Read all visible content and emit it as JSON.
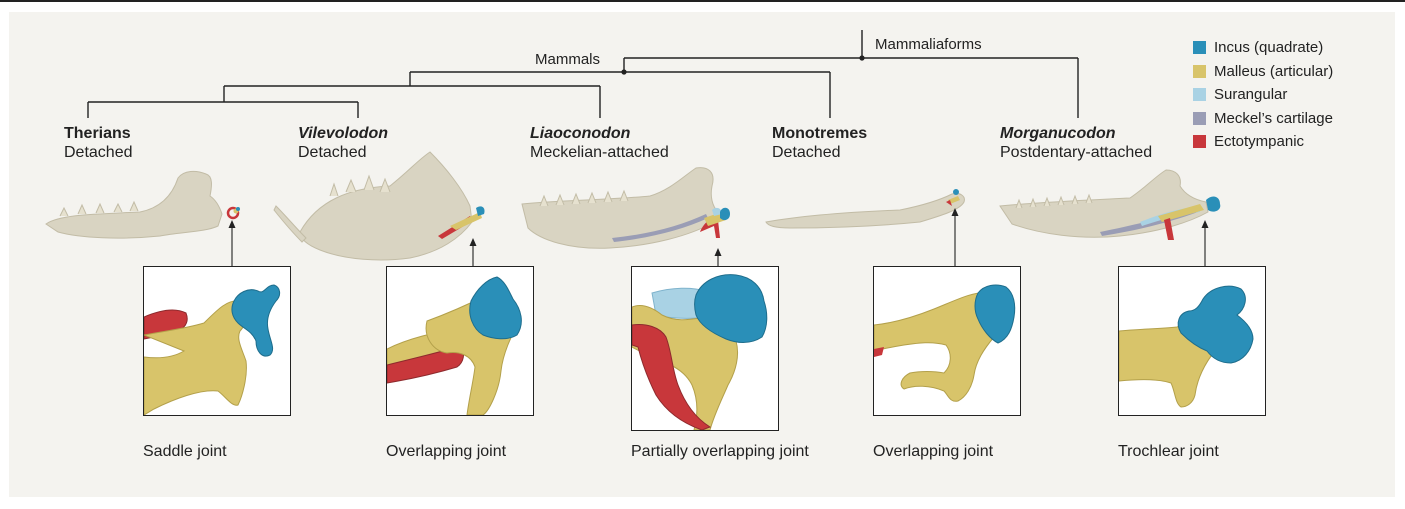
{
  "tree": {
    "mammaliaforms_label": "Mammaliaforms",
    "mammals_label": "Mammals"
  },
  "taxa": [
    {
      "name": "Therians",
      "state": "Detached",
      "italic": false
    },
    {
      "name": "Vilevolodon",
      "state": "Detached",
      "italic": true
    },
    {
      "name": "Liaoconodon",
      "state": "Meckelian-attached",
      "italic": true
    },
    {
      "name": "Monotremes",
      "state": "Detached",
      "italic": false
    },
    {
      "name": "Morganucodon",
      "state": "Postdentary-attached",
      "italic": true
    }
  ],
  "legend": [
    {
      "label": "Incus (quadrate)",
      "color": "#2a8fb8"
    },
    {
      "label": "Malleus (articular)",
      "color": "#d8c46a"
    },
    {
      "label": "Surangular",
      "color": "#a9d2e4"
    },
    {
      "label": "Meckel’s cartilage",
      "color": "#9a9db5"
    },
    {
      "label": "Ectotympanic",
      "color": "#c8373b"
    }
  ],
  "captions": [
    "Saddle joint",
    "Overlapping joint",
    "Partially overlapping joint",
    "Overlapping joint",
    "Trochlear joint"
  ],
  "colors": {
    "bone": "#d9d4c2",
    "bone_stroke": "#c2bca6",
    "line": "#222222"
  }
}
